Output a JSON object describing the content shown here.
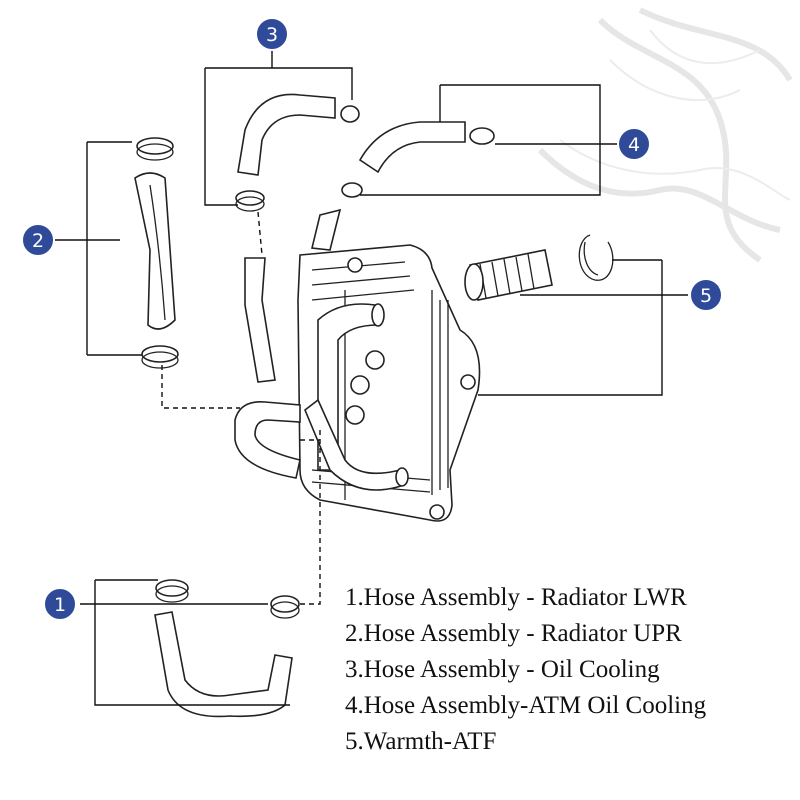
{
  "callouts": [
    {
      "number": "1"
    },
    {
      "number": "2"
    },
    {
      "number": "3"
    },
    {
      "number": "4"
    },
    {
      "number": "5"
    }
  ],
  "legend": [
    "1.Hose Assembly - Radiator LWR",
    "2.Hose Assembly - Radiator UPR",
    "3.Hose Assembly - Oil Cooling",
    "4.Hose Assembly-ATM Oil Cooling",
    "5.Warmth-ATF"
  ],
  "colors": {
    "badge": "#2f4a99",
    "badge_border": "#ffffff",
    "line": "#111111",
    "background": "#ffffff"
  }
}
